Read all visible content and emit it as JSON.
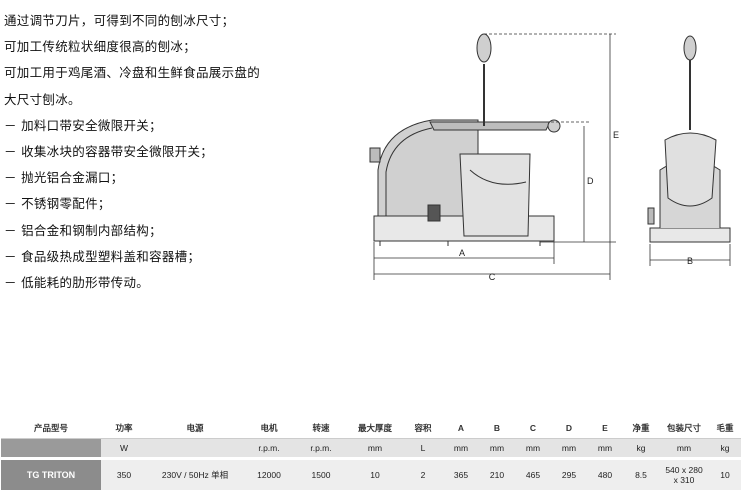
{
  "features": [
    "通过调节刀片，可得到不同的刨冰尺寸；",
    "可加工传统粒状细度很高的刨冰；",
    "可加工用于鸡尾酒、冷盘和生鲜食品展示盘的",
    "大尺寸刨冰。",
    "－ 加料口带安全微限开关；",
    "－ 收集冰块的容器带安全微限开关；",
    "－ 抛光铝合金漏口；",
    "－ 不锈钢零配件；",
    "－ 铝合金和钢制内部结构；",
    "－ 食品级热成型塑料盖和容器槽；",
    "－ 低能耗的肋形带传动。"
  ],
  "drawing": {
    "dim_a": "A",
    "dim_b": "B",
    "dim_c": "C",
    "dim_d": "D",
    "dim_e": "E"
  },
  "table": {
    "headers": [
      "产品型号",
      "功率",
      "电源",
      "电机",
      "转速",
      "最大厚度",
      "容积",
      "A",
      "B",
      "C",
      "D",
      "E",
      "净重",
      "包装尺寸",
      "毛重"
    ],
    "units": [
      "",
      "W",
      "",
      "r.p.m.",
      "r.p.m.",
      "mm",
      "L",
      "mm",
      "mm",
      "mm",
      "mm",
      "mm",
      "kg",
      "mm",
      "kg"
    ],
    "product": {
      "model": "TG TRITON",
      "power": "350",
      "supply": "230V / 50Hz 单相",
      "motor": "12000",
      "speed": "1500",
      "max_thickness": "10",
      "volume": "2",
      "a": "365",
      "b": "210",
      "c": "465",
      "d": "295",
      "e": "480",
      "net_weight": "8.5",
      "pack_size_1": "540 x 280",
      "pack_size_2": "x 310",
      "gross_weight": "10"
    }
  }
}
